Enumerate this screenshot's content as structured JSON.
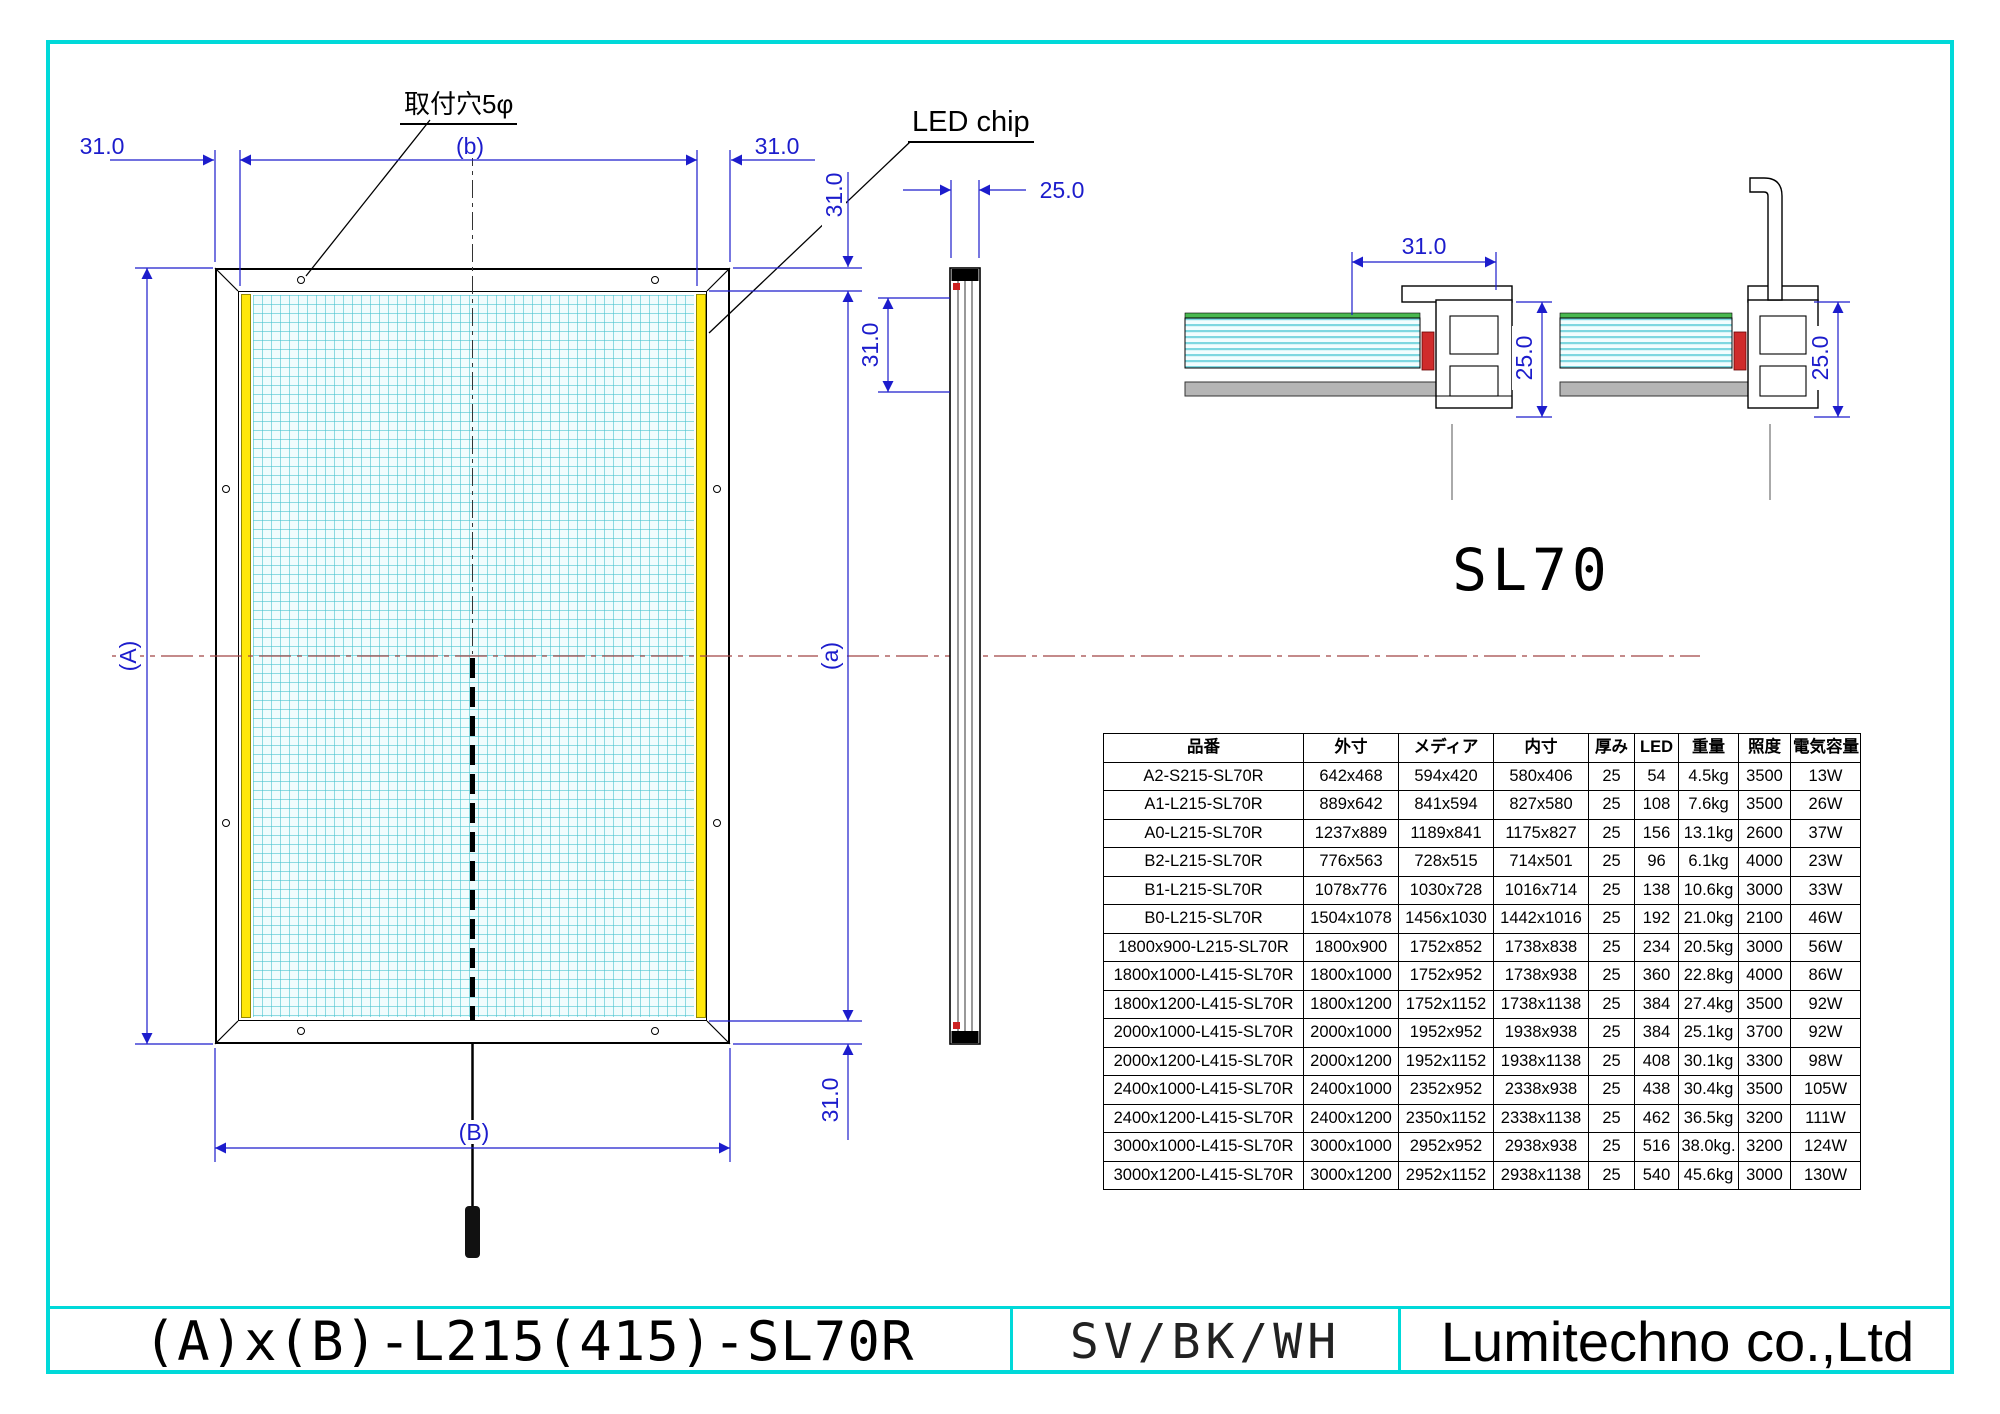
{
  "drawing": {
    "labels": {
      "mount_hole": "取付穴5φ",
      "led_chip": "LED chip",
      "profile_name": "SL70"
    },
    "dimensions": {
      "frame_width_top_left": "31.0",
      "inner_width": "(b)",
      "frame_width_top_right": "31.0",
      "frame_height_top": "31.0",
      "side_offset": "31.0",
      "thickness": "25.0",
      "overall_height": "(A)",
      "inner_height": "(a)",
      "overall_width": "(B)",
      "frame_height_bottom": "31.0",
      "section_width": "31.0",
      "section_thickness_left": "25.0",
      "section_thickness_right": "25.0"
    }
  },
  "table": {
    "columns": [
      "品番",
      "外寸",
      "メディア",
      "内寸",
      "厚み",
      "LED",
      "重量",
      "照度",
      "電気容量"
    ],
    "rows": [
      [
        "A2-S215-SL70R",
        "642x468",
        "594x420",
        "580x406",
        "25",
        "54",
        "4.5kg",
        "3500",
        "13W"
      ],
      [
        "A1-L215-SL70R",
        "889x642",
        "841x594",
        "827x580",
        "25",
        "108",
        "7.6kg",
        "3500",
        "26W"
      ],
      [
        "A0-L215-SL70R",
        "1237x889",
        "1189x841",
        "1175x827",
        "25",
        "156",
        "13.1kg",
        "2600",
        "37W"
      ],
      [
        "B2-L215-SL70R",
        "776x563",
        "728x515",
        "714x501",
        "25",
        "96",
        "6.1kg",
        "4000",
        "23W"
      ],
      [
        "B1-L215-SL70R",
        "1078x776",
        "1030x728",
        "1016x714",
        "25",
        "138",
        "10.6kg",
        "3000",
        "33W"
      ],
      [
        "B0-L215-SL70R",
        "1504x1078",
        "1456x1030",
        "1442x1016",
        "25",
        "192",
        "21.0kg",
        "2100",
        "46W"
      ],
      [
        "1800x900-L215-SL70R",
        "1800x900",
        "1752x852",
        "1738x838",
        "25",
        "234",
        "20.5kg",
        "3000",
        "56W"
      ],
      [
        "1800x1000-L415-SL70R",
        "1800x1000",
        "1752x952",
        "1738x938",
        "25",
        "360",
        "22.8kg",
        "4000",
        "86W"
      ],
      [
        "1800x1200-L415-SL70R",
        "1800x1200",
        "1752x1152",
        "1738x1138",
        "25",
        "384",
        "27.4kg",
        "3500",
        "92W"
      ],
      [
        "2000x1000-L415-SL70R",
        "2000x1000",
        "1952x952",
        "1938x938",
        "25",
        "384",
        "25.1kg",
        "3700",
        "92W"
      ],
      [
        "2000x1200-L415-SL70R",
        "2000x1200",
        "1952x1152",
        "1938x1138",
        "25",
        "408",
        "30.1kg",
        "3300",
        "98W"
      ],
      [
        "2400x1000-L415-SL70R",
        "2400x1000",
        "2352x952",
        "2338x938",
        "25",
        "438",
        "30.4kg",
        "3500",
        "105W"
      ],
      [
        "2400x1200-L415-SL70R",
        "2400x1200",
        "2350x1152",
        "2338x1138",
        "25",
        "462",
        "36.5kg",
        "3200",
        "111W"
      ],
      [
        "3000x1000-L415-SL70R",
        "3000x1000",
        "2952x952",
        "2938x938",
        "25",
        "516",
        "38.0kg.",
        "3200",
        "124W"
      ],
      [
        "3000x1200-L415-SL70R",
        "3000x1200",
        "2952x1152",
        "2938x1138",
        "25",
        "540",
        "45.6kg",
        "3000",
        "130W"
      ]
    ]
  },
  "title_block": {
    "model": "(A)x(B)-L215(415)-SL70R",
    "finish": "SV/BK/WH",
    "company": "Lumitechno co.,Ltd"
  },
  "colors": {
    "border_cyan": "#00d9d9",
    "dimension_blue": "#1c1ccc",
    "centerline_red": "#a04545",
    "led_strip_yellow": "#ffe70a",
    "grid_cyan": "#49c3cf",
    "led_red": "#cf2b2b",
    "back_panel_gray": "#b5b5b5"
  }
}
